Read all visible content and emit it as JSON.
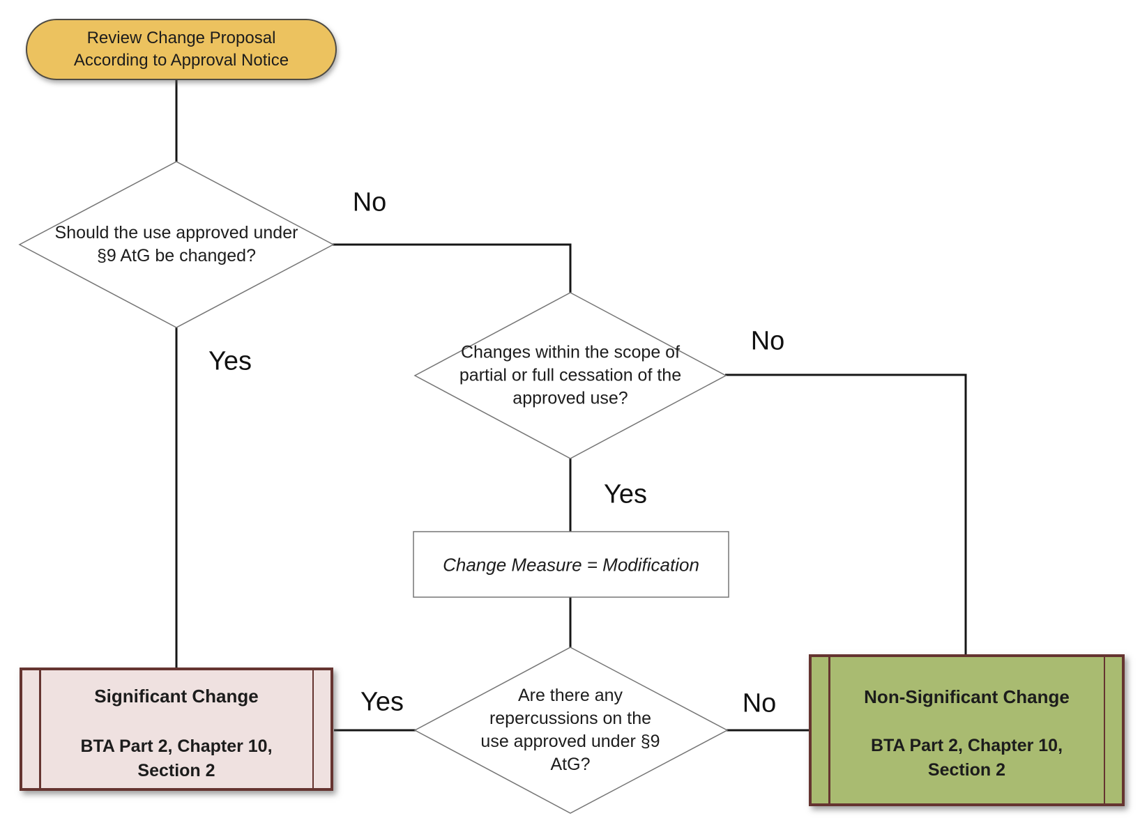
{
  "diagram": {
    "start": {
      "lines": [
        "Review Change Proposal",
        "According to Approval Notice"
      ]
    },
    "decisions": {
      "d1": {
        "lines": [
          "Should the use approved under",
          "§9 AtG be changed?"
        ],
        "yes_label": "Yes",
        "no_label": "No"
      },
      "d2": {
        "lines": [
          "Changes within the scope of",
          "partial or full cessation of the",
          "approved use?"
        ],
        "yes_label": "Yes",
        "no_label": "No"
      },
      "d3": {
        "lines": [
          "Are there any",
          "repercussions on the",
          "use approved under §9",
          "AtG?"
        ],
        "yes_label": "Yes",
        "no_label": "No"
      }
    },
    "process": {
      "text": "Change Measure = Modification"
    },
    "outcomes": {
      "significant": {
        "title": "Significant Change",
        "ref_lines": [
          "BTA Part 2, Chapter 10,",
          "Section 2"
        ]
      },
      "non_significant": {
        "title": "Non-Significant Change",
        "ref_lines": [
          "BTA Part 2, Chapter 10,",
          "Section 2"
        ]
      }
    },
    "colors": {
      "start_fill": "#ECC25F",
      "start_border": "#4E4B44",
      "outcome_border": "#653430",
      "significant_fill": "#EFE1E0",
      "non_significant_fill": "#A9BB71",
      "shape_border": "#757575",
      "connector": "#161616"
    }
  }
}
